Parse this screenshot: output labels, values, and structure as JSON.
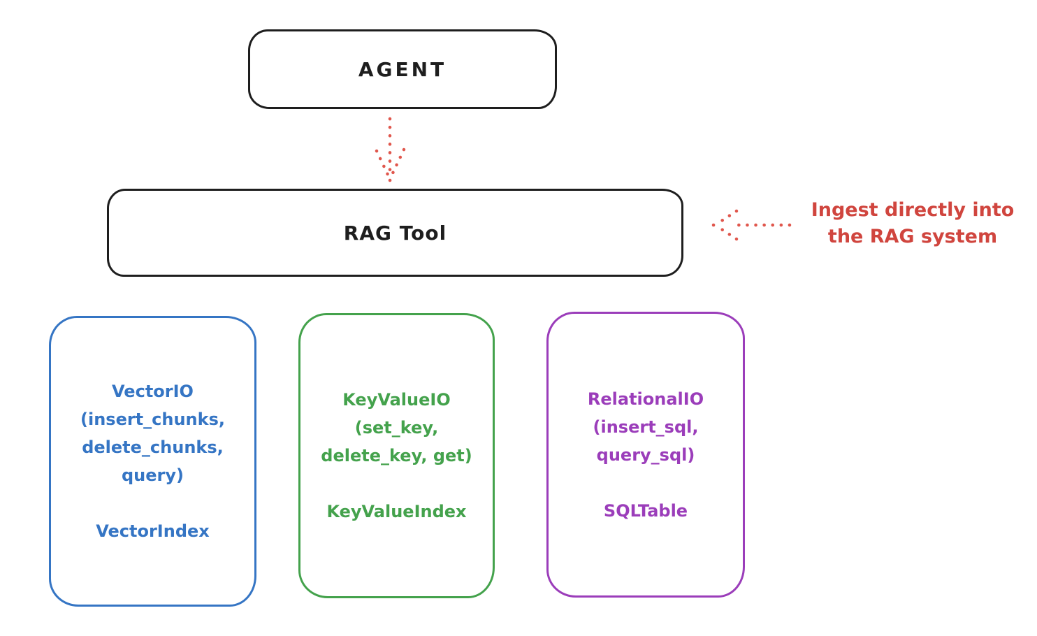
{
  "diagram": {
    "title": "RAG Tool architecture diagram",
    "agent": {
      "label": "AGENT"
    },
    "rag_tool": {
      "label": "RAG Tool"
    },
    "annotation": {
      "text": "Ingest directly into\nthe RAG system",
      "color": "#d0453e",
      "arrow_direction": "points-left-at-rag-tool"
    },
    "flow": [
      {
        "from": "AGENT",
        "to": "RAG Tool",
        "style": "dotted-arrow",
        "color": "#e0564c"
      }
    ],
    "nodes": [
      {
        "id": "vector-io",
        "interface": "VectorIO\n(insert_chunks,\ndelete_chunks,\nquery)",
        "index": "VectorIndex",
        "color": "#3575c4"
      },
      {
        "id": "keyvalue-io",
        "interface": "KeyValueIO\n(set_key,\ndelete_key, get)",
        "index": "KeyValueIndex",
        "color": "#44a24c"
      },
      {
        "id": "relational-io",
        "interface": "RelationalIO\n(insert_sql,\nquery_sql)",
        "index": "SQLTable",
        "color": "#9b3dba"
      }
    ],
    "colors": {
      "outline_black": "#1e1e1e",
      "vector_blue": "#3575c4",
      "keyvalue_green": "#44a24c",
      "relational_purple": "#9b3dba",
      "annotation_red": "#d0453e",
      "arrow_red": "#e0564c",
      "background": "#ffffff"
    }
  }
}
